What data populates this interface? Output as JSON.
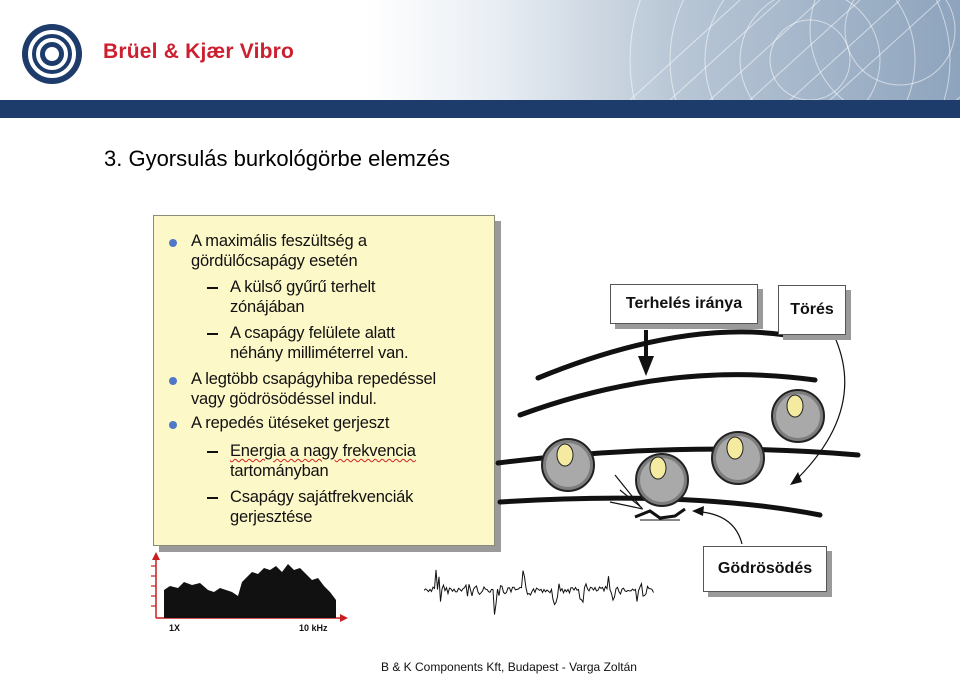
{
  "header": {
    "brand": "Brüel & Kjær Vibro",
    "colors": {
      "brand_red": "#cc1f2f",
      "navy": "#1d3c6b"
    }
  },
  "slide": {
    "title": "3. Gyorsulás burkológörbe elemzés"
  },
  "notes": {
    "items": [
      {
        "level": 1,
        "lines": [
          "A maximális feszültség a",
          "gördülőcsapágy esetén"
        ]
      },
      {
        "level": 2,
        "lines": [
          "A külső gyűrű terhelt",
          "zónájában"
        ]
      },
      {
        "level": 2,
        "lines": [
          "A csapágy felülete alatt",
          "néhány milliméterrel van."
        ]
      },
      {
        "level": 1,
        "lines": [
          "A legtöbb csapágyhiba repedéssel",
          "vagy gödrösödéssel indul."
        ]
      },
      {
        "level": 1,
        "lines": [
          "A repedés ütéseket gerjeszt"
        ]
      },
      {
        "level": 2,
        "lines": [
          "Energia a nagy frekvencia",
          "tartományban"
        ]
      },
      {
        "level": 2,
        "lines": [
          "Csapágy sajátfrekvenciák",
          "gerjesztése"
        ]
      }
    ]
  },
  "diagram": {
    "labels": {
      "load_direction": "Terhelés iránya",
      "crack": "Törés",
      "pitting": "Gödrösödés"
    }
  },
  "spectrum": {
    "x_start": "1X",
    "x_end": "10 kHz"
  },
  "footer": {
    "text": "B & K Components Kft, Budapest - Varga Zoltán"
  }
}
